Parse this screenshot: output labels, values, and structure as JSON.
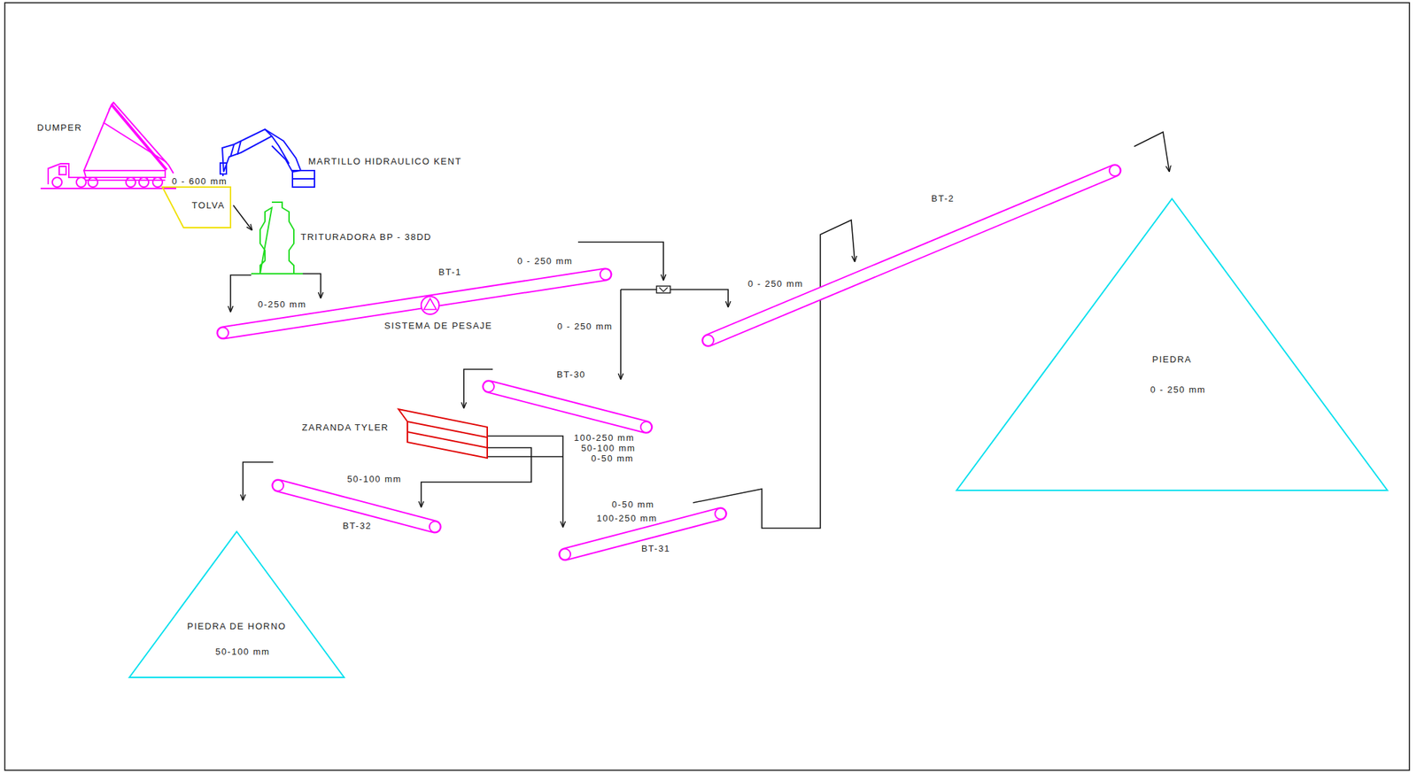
{
  "diagram": {
    "nodes": [
      {
        "text": [
          "TOLVA"
        ]
      },
      {
        "text": [
          "TRITURADORA BP - 38DD"
        ]
      },
      {
        "text": [
          "PIEDRA",
          "0 - 250 mm"
        ]
      },
      {
        "text": [
          "ZARANDA TYLER"
        ]
      },
      {
        "text": [
          "PIEDRA DE HORNO",
          "50-100 mm"
        ]
      }
    ],
    "edges": [
      {
        "from": 0,
        "to": 1,
        "arrow": "to"
      }
    ],
    "labels": [
      "DUMPER",
      "MARTILLO HIDRAULICO KENT",
      "0 - 600 mm",
      "0-250 mm",
      "BT-1",
      "0 - 250 mm",
      "SISTEMA DE PESAJE",
      "0 - 250 mm",
      "0 - 250 mm",
      "BT-2",
      "BT-30",
      "100-250 mm",
      "50-100 mm",
      "0-50 mm",
      "50-100 mm",
      "BT-32",
      "0-50 mm",
      "100-250 mm",
      "BT-31"
    ]
  }
}
